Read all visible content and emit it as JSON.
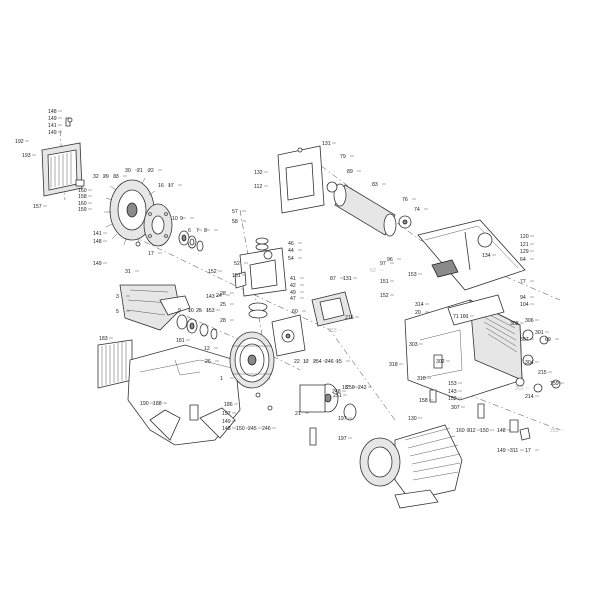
{
  "diagram": {
    "callouts": [
      "148",
      "149",
      "141",
      "149",
      "192",
      "193",
      "160",
      "158",
      "160",
      "159",
      "157",
      "32",
      "29",
      "33",
      "30",
      "21",
      "22",
      "16",
      "17",
      "10",
      "9",
      "6",
      "7",
      "8",
      "141",
      "148",
      "149",
      "17",
      "152",
      "3",
      "31",
      "143",
      "5",
      "24",
      "9",
      "10",
      "25",
      "153",
      "28",
      "12",
      "183",
      "181",
      "26",
      "1",
      "190",
      "188",
      "186",
      "197",
      "149",
      "148",
      "150",
      "245",
      "246",
      "21",
      "197",
      "197",
      "131",
      "79",
      "132",
      "112",
      "89",
      "83",
      "76",
      "74",
      "57",
      "58",
      "46",
      "44",
      "54",
      "52",
      "41",
      "42",
      "49",
      "47",
      "151",
      "28",
      "25",
      "60",
      "233",
      "87",
      "131",
      "63",
      "97",
      "96",
      "151",
      "153",
      "152",
      "216",
      "22",
      "12",
      "254",
      "246",
      "15",
      "18",
      "248",
      "250",
      "242",
      "251",
      "130",
      "120",
      "121",
      "129",
      "134",
      "64",
      "77",
      "94",
      "314",
      "20",
      "71",
      "101",
      "104",
      "308",
      "306",
      "301",
      "307",
      "69",
      "303",
      "318",
      "302",
      "310",
      "153",
      "143",
      "152",
      "158",
      "307",
      "304",
      "215",
      "214",
      "263",
      "159",
      "160",
      "312",
      "150",
      "148",
      "149",
      "311",
      "17",
      "282"
    ],
    "grey_labels": [
      "281",
      "233",
      "63",
      "263",
      "282"
    ]
  },
  "colors": {
    "line": "#333333",
    "fill_light": "#e6e6e6",
    "fill_dark": "#8a8a8a",
    "label_grey": "#b8b8b8"
  }
}
